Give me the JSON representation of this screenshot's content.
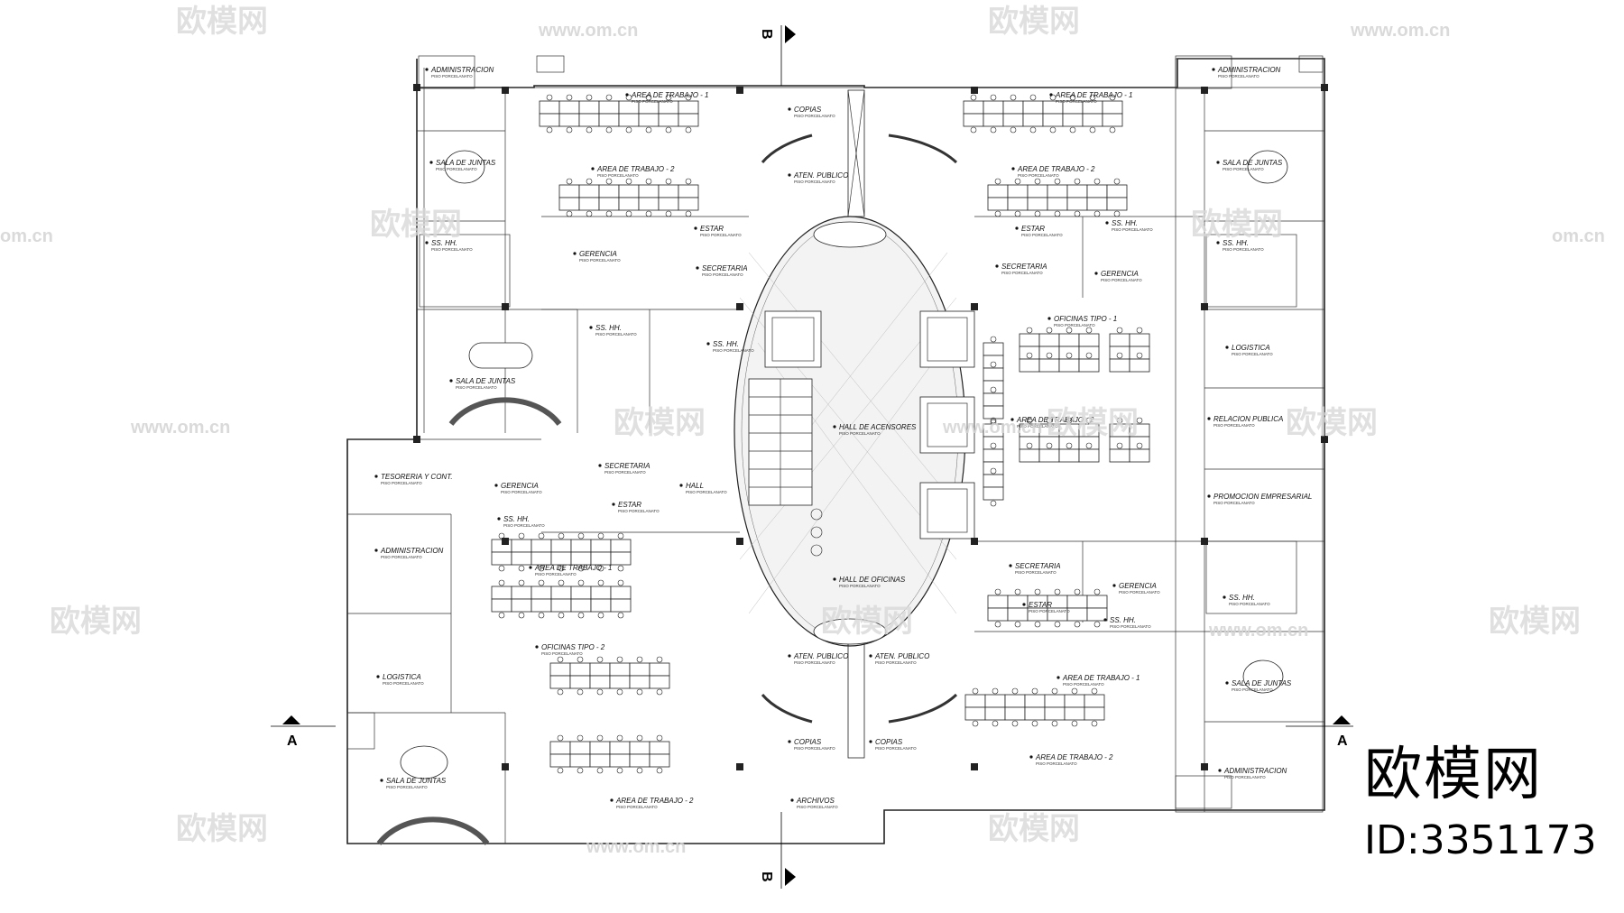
{
  "brand": {
    "logo_text": "欧模网",
    "id_text": "ID:3351173"
  },
  "watermarks": {
    "logo_text": "欧模网",
    "url_text": "www.om.cn",
    "url_short": "om.cn"
  },
  "section_markers": {
    "a": "A",
    "b": "B"
  },
  "floor_note": "PISO PORCELANATO",
  "rooms": [
    "ADMINISTRACION",
    "AREA DE TRABAJO - 1",
    "COPIAS",
    "AREA DE TRABAJO - 1",
    "ADMINISTRACION",
    "SALA DE JUNTAS",
    "AREA DE TRABAJO - 2",
    "ATEN. PUBLICO",
    "AREA DE TRABAJO - 2",
    "SALA DE JUNTAS",
    "SS. HH.",
    "GERENCIA",
    "ESTAR",
    "SECRETARIA",
    "ESTAR",
    "SS. HH.",
    "SECRETARIA",
    "GERENCIA",
    "SS. HH.",
    "SS. HH.",
    "SS. HH.",
    "SALA DE JUNTAS",
    "OFICINAS TIPO - 1",
    "LOGISTICA",
    "HALL DE ACENSORES",
    "AREA DE TRABAJO - 2",
    "RELACION PUBLICA",
    "TESORERIA Y CONT.",
    "GERENCIA",
    "SECRETARIA",
    "HALL",
    "ESTAR",
    "SS. HH.",
    "PROMOCION EMPRESARIAL",
    "ADMINISTRACION",
    "AREA DE TRABAJO - 1",
    "HALL DE OFICINAS",
    "SECRETARIA",
    "GERENCIA",
    "ESTAR",
    "SS. HH.",
    "SS. HH.",
    "OFICINAS TIPO - 2",
    "ATEN. PUBLICO",
    "ATEN. PUBLICO",
    "LOGISTICA",
    "AREA DE TRABAJO - 1",
    "SALA DE JUNTAS",
    "COPIAS",
    "COPIAS",
    "AREA DE TRABAJO - 2",
    "SALA DE JUNTAS",
    "AREA DE TRABAJO - 2",
    "ARCHIVOS",
    "ADMINISTRACION"
  ]
}
